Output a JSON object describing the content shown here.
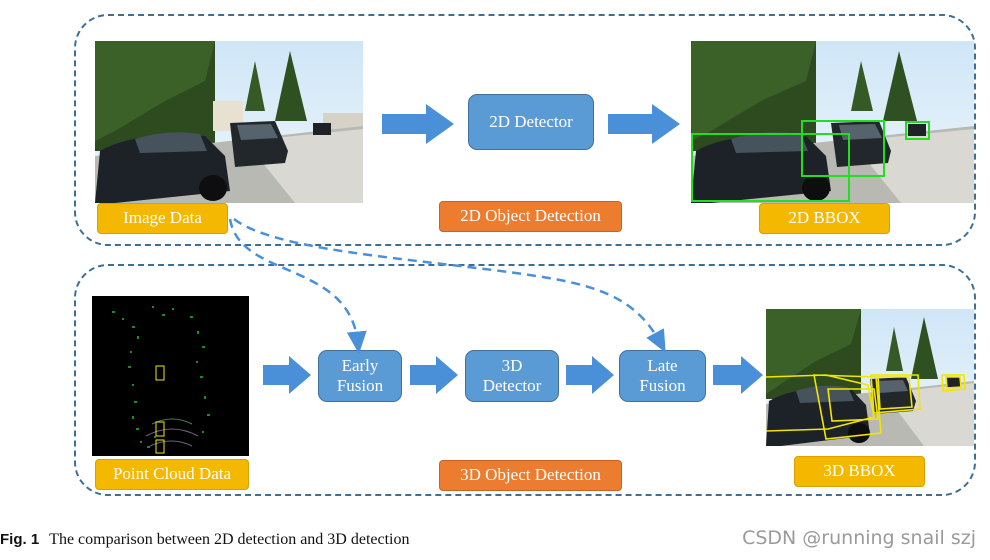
{
  "top_panel": {
    "image_label": "Image Data",
    "detector_label": "2D Detector",
    "section_label": "2D Object Detection",
    "output_label": "2D BBOX"
  },
  "bottom_panel": {
    "pointcloud_label": "Point Cloud Data",
    "early_fusion_line1": "Early",
    "early_fusion_line2": "Fusion",
    "detector_line1": "3D",
    "detector_line2": "Detector",
    "late_fusion_line1": "Late",
    "late_fusion_line2": "Fusion",
    "section_label": "3D Object Detection",
    "output_label": "3D BBOX"
  },
  "caption": {
    "fig_label": "Fig. 1",
    "text": "The comparison between 2D detection and 3D detection"
  },
  "watermark": "CSDN @running snail szj",
  "colors": {
    "panel_border": "#3d6e94",
    "process_box": "#5b9bd5",
    "arrow": "#4a90d9",
    "yellow_label": "#f5b800",
    "orange_label": "#ec7c30",
    "bbox_2d": "#22dd22",
    "bbox_3d": "#f2e600"
  }
}
